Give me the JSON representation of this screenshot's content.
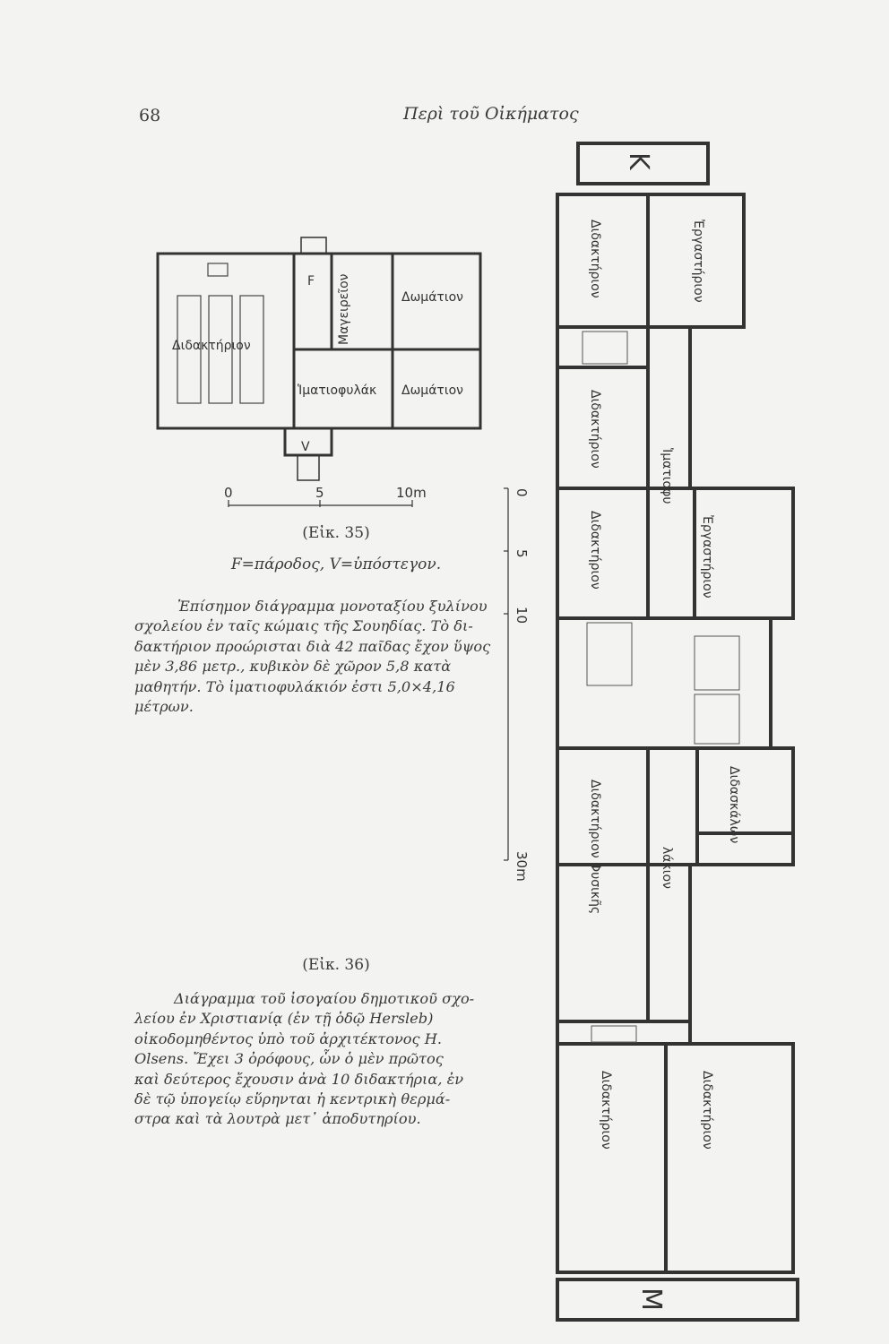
{
  "header": {
    "page_number": "68",
    "title": "Περὶ τοῦ Οἰκήματος"
  },
  "figure35": {
    "caption": "(Εἰκ. 35)",
    "legend": "F=πάροδος, V=ὑπόστεγον.",
    "rooms": {
      "classroom": "Διδακτήριον",
      "f": "F",
      "kitchen": "Μαγειρεῖον",
      "room1": "Δωμάτιον",
      "room2": "Δωμάτιον",
      "cloakroom": "Ἱματιοφυλάκ",
      "v": "V"
    },
    "scale": [
      "0",
      "5",
      "10m"
    ],
    "description": [
      "Ἐπίσημον διάγραμμα μονοταξίου ξυλίνου",
      "σχολείου ἐν ταῖς κώμαις τῆς Σουηδίας. Τὸ δι-",
      "δακτήριον προώρισται διὰ 42 παῖδας ἔχον ὕψος",
      "μὲν 3,86 μετρ., κυβικὸν δὲ χῶρον 5,8 κατὰ",
      "μαθητήν. Τὸ ἱματιοφυλάκιόν ἐστι 5,0×4,16",
      "μέτρων."
    ]
  },
  "figure36": {
    "caption": "(Εἰκ. 36)",
    "rooms": {
      "k": "K",
      "m": "M",
      "class1": "Διδακτήριον",
      "workshop1": "Ἐργαστήριον",
      "class2": "Διδακτήριον",
      "cloak_a": "Ἱματιοφυ",
      "class3": "Διδακτήριον",
      "workshop2": "Ἐργαστήριον",
      "physics": "Διδακτήριον Φυσικῆς",
      "teachers": "Διδασκάλων",
      "cloak_b": "λάκιον",
      "class4": "Διδακτήριον",
      "class5": "Διδακτήριον"
    },
    "scale": [
      "0",
      "5",
      "10",
      "30m"
    ],
    "description": [
      "Διάγραμμα τοῦ ἰσογαίου δημοτικοῦ σχο-",
      "λείου ἐν Χριστιανίᾳ (ἐν τῇ ὁδῷ Hersleb)",
      "οἰκοδομηθέντος ὑπὸ τοῦ ἀρχιτέκτονος H.",
      "Olsens. Ἔχει 3 ὀρόφους, ὧν ὁ μὲν πρῶτος",
      "καὶ δεύτερος ἔχουσιν ἀνὰ 10 διδακτήρια, ἐν",
      "δὲ τῷ ὑπογείῳ εὕρηνται ἡ κεντρικὴ θερμά-",
      "στρα καὶ τὰ λουτρὰ μετ᾽ ἀποδυτηρίου."
    ]
  }
}
